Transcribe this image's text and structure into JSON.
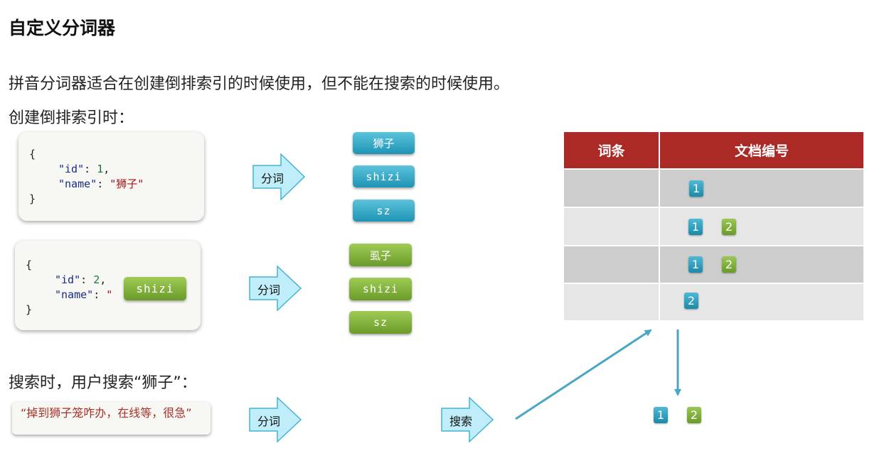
{
  "title": "自定义分词器",
  "intro": "拼音分词器适合在创建倒排索引的时候使用，但不能在搜索的时候使用。",
  "index_label": "创建倒排索引时：",
  "search_label": "搜索时，用户搜索“狮子”：",
  "doc1": {
    "open": "{",
    "id_key": "\"id\"",
    "id_val": "1",
    "name_key": "\"name\"",
    "name_val": "\"狮子\"",
    "close": "}"
  },
  "doc2": {
    "open": "{",
    "id_key": "\"id\"",
    "id_val": "2",
    "name_key": "\"name\"",
    "name_val": "\"",
    "close": "}",
    "overlay": "shizi"
  },
  "query_text": "“掉到狮子笼咋办，在线等，很急”",
  "arrow_fenci": "分词",
  "arrow_search": "搜索",
  "tokens_doc1": [
    "狮子",
    "shizi",
    "sz"
  ],
  "tokens_doc2": [
    "虱子",
    "shizi",
    "sz"
  ],
  "table": {
    "headers": [
      "词条",
      "文档编号"
    ],
    "rows": [
      {
        "term": "",
        "docs": [
          "1"
        ]
      },
      {
        "term": "",
        "docs": [
          "1",
          "2"
        ]
      },
      {
        "term": "",
        "docs": [
          "1",
          "2"
        ]
      },
      {
        "term": "",
        "docs": [
          "2"
        ]
      }
    ]
  },
  "result_docs": [
    "1",
    "2"
  ],
  "colors": {
    "header_red": "#ab2a26",
    "token_blue": "#2aa3c4",
    "token_green": "#7cac36",
    "arrow_fill": "#bfeefa",
    "connector": "#4aa7c2"
  }
}
